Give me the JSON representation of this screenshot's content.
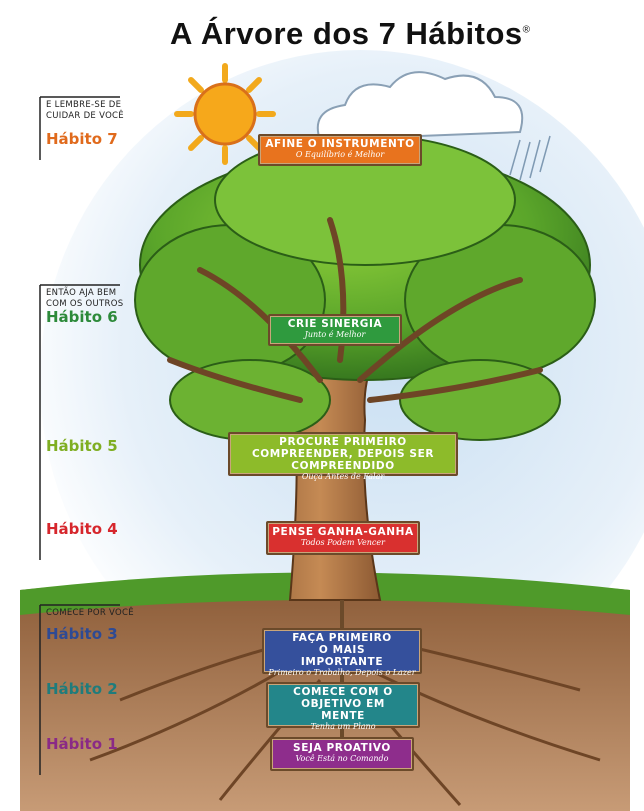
{
  "title": "A Árvore dos 7 Hábitos",
  "title_mark": "®",
  "sections": {
    "self_care": "E LEMBRE-SE DE CUIDAR DE VOCÊ",
    "others": "ENTÃO AJA BEM COM OS OUTROS",
    "start": "COMECE POR VOCÊ"
  },
  "habits": [
    {
      "label": "Hábito 7",
      "color": "#e06a1c",
      "sign_title": "AFINE O INSTRUMENTO",
      "sign_subtitle": "O Equilíbrio é Melhor",
      "sign_color": "#e8731e"
    },
    {
      "label": "Hábito 6",
      "color": "#2d8a3a",
      "sign_title": "CRIE SINERGIA",
      "sign_subtitle": "Junto é Melhor",
      "sign_color": "#2f9a3e"
    },
    {
      "label": "Hábito 5",
      "color": "#7fae22",
      "sign_title": "PROCURE PRIMEIRO COMPREENDER, DEPOIS SER COMPREENDIDO",
      "sign_subtitle": "Ouça Antes de Falar",
      "sign_color": "#8dbb2a"
    },
    {
      "label": "Hábito 4",
      "color": "#d6262c",
      "sign_title": "PENSE GANHA-GANHA",
      "sign_subtitle": "Todos Podem Vencer",
      "sign_color": "#d9302f"
    },
    {
      "label": "Hábito 3",
      "color": "#2e4a94",
      "sign_title": "FAÇA PRIMEIRO O MAIS IMPORTANTE",
      "sign_subtitle": "Primeiro o Trabalho, Depois o Lazer",
      "sign_color": "#35509c"
    },
    {
      "label": "Hábito 2",
      "color": "#1f7c7c",
      "sign_title": "COMECE COM O OBJETIVO EM MENTE",
      "sign_subtitle": "Tenha um Plano",
      "sign_color": "#23868a"
    },
    {
      "label": "Hábito 1",
      "color": "#8a2a86",
      "sign_title": "SEJA PROATIVO",
      "sign_subtitle": "Você Está no Comando",
      "sign_color": "#8e2d8c"
    }
  ]
}
